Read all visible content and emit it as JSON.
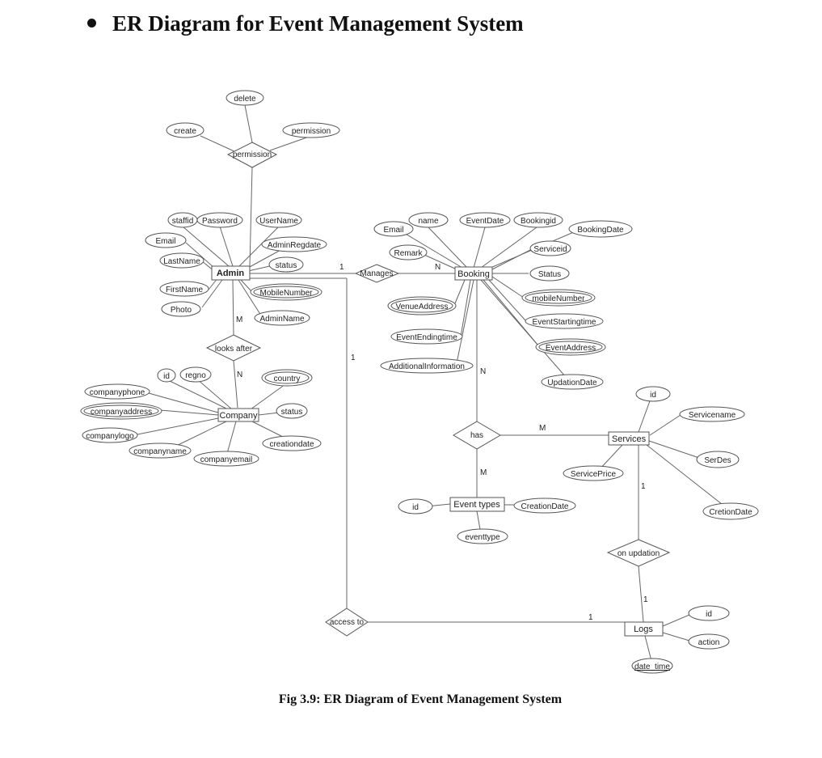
{
  "heading": "ER Diagram for Event Management System",
  "caption": "Fig 3.9: ER Diagram of Event Management System",
  "entities": {
    "admin": "Admin",
    "booking": "Booking",
    "company": "Company",
    "services": "Services",
    "event_types": "Event types",
    "logs": "Logs"
  },
  "relationships": {
    "permission": "permission",
    "manages": "Manages",
    "looks_after": "looks after",
    "has": "has",
    "on_updation": "on updation",
    "access_to": "access to"
  },
  "attributes": {
    "delete": "delete",
    "create": "create",
    "permission_attr": "permission",
    "staffid": "staffid",
    "password": "Password",
    "username": "UserName",
    "admin_email": "Email",
    "admin_regdate": "AdminRegdate",
    "lastname": "LastName",
    "admin_status": "status",
    "firstname": "FirstName",
    "mobilenumber_admin": "MobileNumber",
    "photo": "Photo",
    "adminname": "AdminName",
    "booking_email": "Email",
    "name": "name",
    "eventdate": "EventDate",
    "bookingid": "Bookingid",
    "bookingdate": "BookingDate",
    "serviceid": "Serviceid",
    "remark": "Remark",
    "booking_status": "Status",
    "mobilenumber_booking": "mobileNumber",
    "venueaddress": "VenueAddress",
    "eventstartingtime": "EventStartingtime",
    "eventendingtime": "EventEndingtime",
    "eventaddress": "EventAddress",
    "additionalinformation": "AdditionalInformation",
    "updationdate": "UpdationDate",
    "company_id": "id",
    "regno": "regno",
    "country": "country",
    "companyphone": "companyphone",
    "companyaddress": "companyaddress",
    "company_status": "status",
    "companylogo": "companylogo",
    "creationdate_company": "creationdate",
    "companyname": "companyname",
    "companyemail": "companyemail",
    "services_id": "id",
    "servicename": "Servicename",
    "serdes": "SerDes",
    "serviceprice": "ServicePrice",
    "cretiondate": "CretionDate",
    "eventtypes_id": "id",
    "creationdate_event": "CreationDate",
    "eventtype": "eventtype",
    "logs_id": "id",
    "action": "action",
    "date_time": "date_time"
  },
  "cardinalities": {
    "admin_manages": "1",
    "manages_booking": "N",
    "admin_looks": "M",
    "looks_company": "N",
    "admin_access": "1",
    "booking_has": "N",
    "has_services": "M",
    "has_eventtypes": "M",
    "services_updation": "1",
    "updation_logs": "1",
    "access_logs": "1"
  }
}
